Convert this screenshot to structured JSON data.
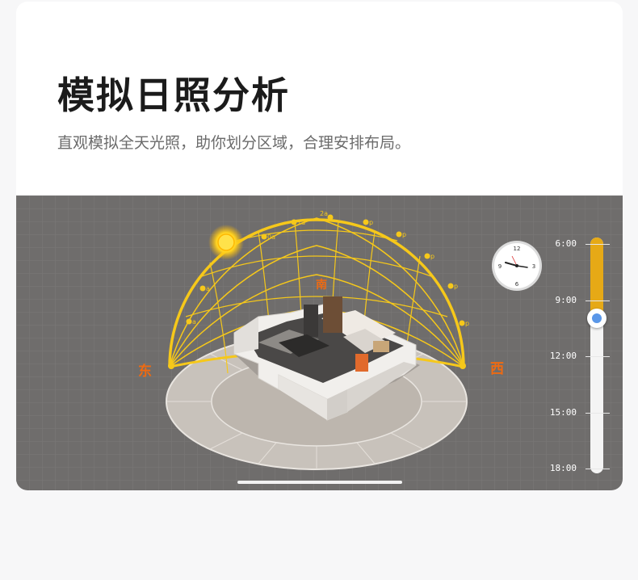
{
  "header": {
    "title": "模拟日照分析",
    "subtitle": "直观模拟全天光照，助你划分区域，合理安排布局。"
  },
  "compass": {
    "east": "东",
    "south": "南",
    "west": "西"
  },
  "sun_path": {
    "labels": [
      "a",
      "a",
      "0a",
      "1a",
      "2a",
      "p",
      "p",
      "p",
      "p",
      "p"
    ],
    "current_sun_icon": "sun-icon"
  },
  "clock": {
    "icon": "analog-clock-icon",
    "numbers": {
      "n12": "12",
      "n3": "3",
      "n6": "6",
      "n9": "9"
    }
  },
  "timeline": {
    "ticks": [
      "6:00",
      "9:00",
      "12:00",
      "15:00",
      "18:00"
    ],
    "current_position": 0.33
  },
  "colors": {
    "accent": "#e6a916",
    "sun_path": "#f6c81a",
    "direction_text": "#ee6a12",
    "knob_dot": "#5a97e8",
    "viewport_bg": "#6f6d6c"
  }
}
